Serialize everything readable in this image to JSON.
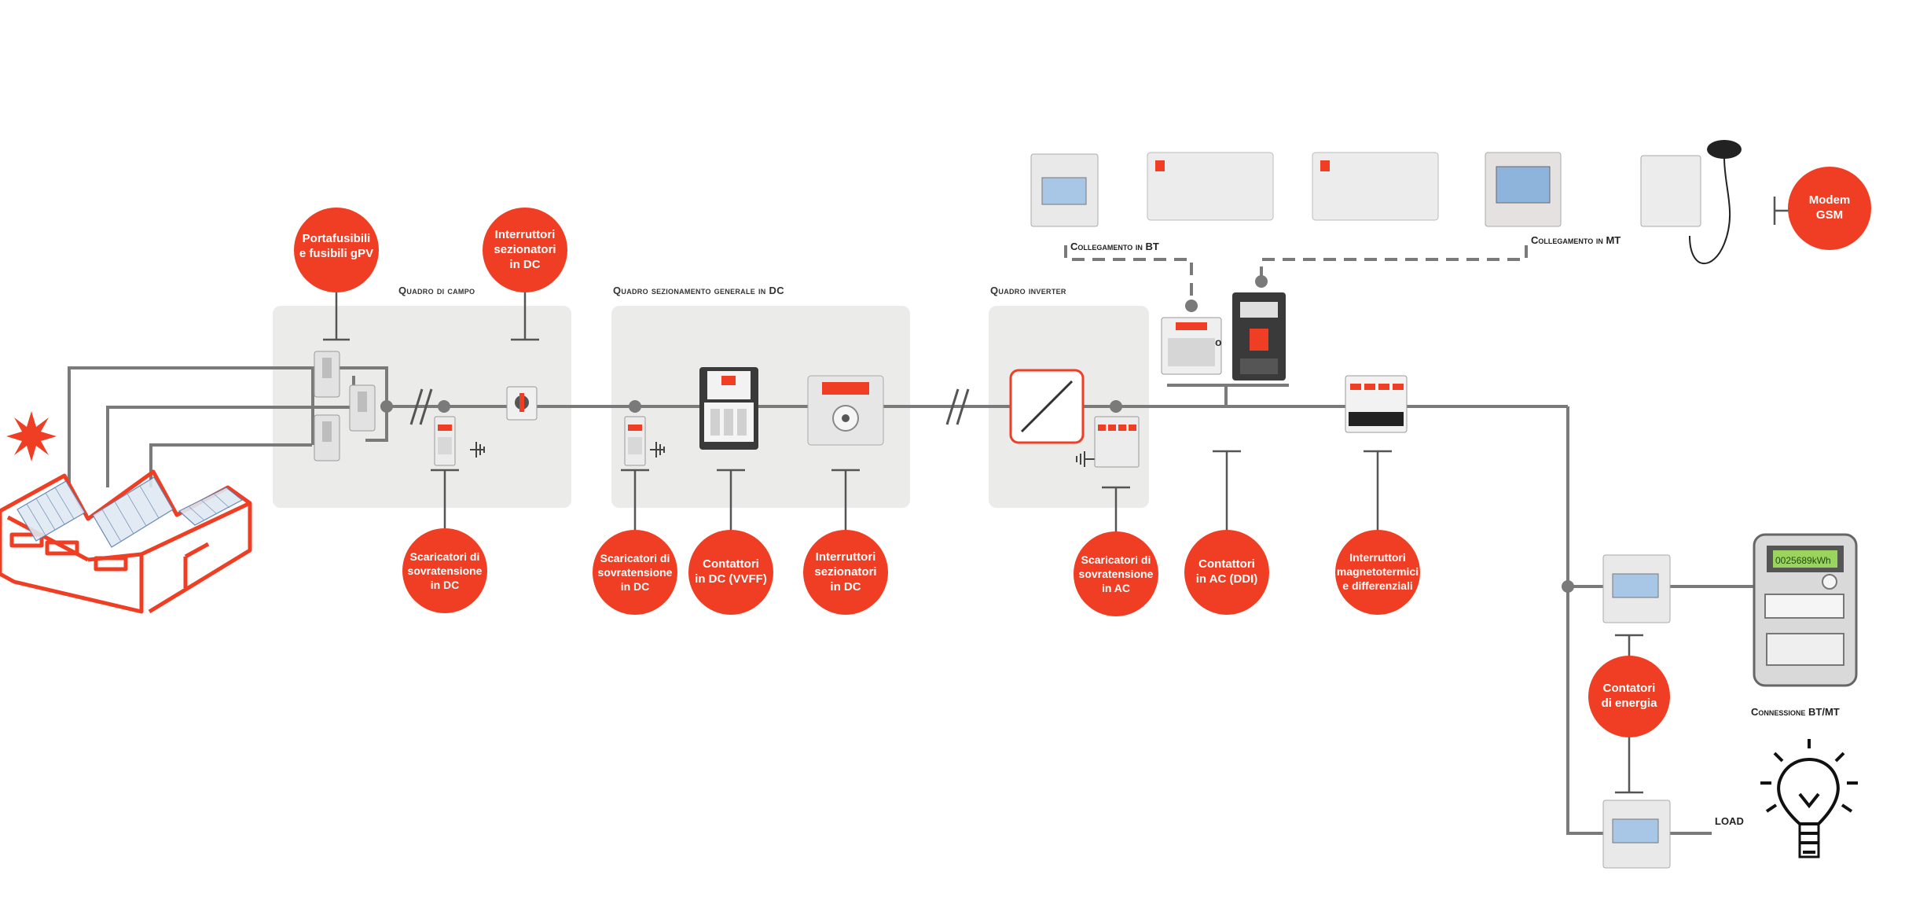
{
  "sections": {
    "quadro_campo": "Quadro di campo",
    "quadro_dc": "Quadro sezionamento generale in DC",
    "quadro_inverter": "Quadro inverter"
  },
  "labels": {
    "collegamento_bt": "Collegamento in BT",
    "collegamento_mt": "Collegamento in MT",
    "connessione": "Connessione BT/MT",
    "load": "LOAD",
    "o": "o"
  },
  "bubbles": {
    "portafusibili": [
      "Portafusibili",
      "e fusibili gPV"
    ],
    "interruttori_sez_top": [
      "Interruttori",
      "sezionatori",
      "in DC"
    ],
    "scaricatori_dc_1": [
      "Scaricatori di",
      "sovratensione",
      "in DC"
    ],
    "scaricatori_dc_2": [
      "Scaricatori di",
      "sovratensione",
      "in DC"
    ],
    "contattori_dc": [
      "Contattori",
      "in DC (VVFF)"
    ],
    "interruttori_sez_bottom": [
      "Interruttori",
      "sezionatori",
      "in DC"
    ],
    "scaricatori_ac": [
      "Scaricatori di",
      "sovratensione",
      "in AC"
    ],
    "contattori_ac": [
      "Contattori",
      "in AC (DDI)"
    ],
    "magnetotermici": [
      "Interruttori",
      "magnetotermici",
      "e differenziali"
    ],
    "contatori_energia": [
      "Contatori",
      "di energia"
    ],
    "modem": [
      "Modem",
      "GSM"
    ]
  },
  "meter_display": "0025689kWh",
  "colors": {
    "accent": "#ef3e23",
    "line": "#7a7a7a",
    "panel": "#ebebea",
    "device": "#e6e6e6"
  }
}
